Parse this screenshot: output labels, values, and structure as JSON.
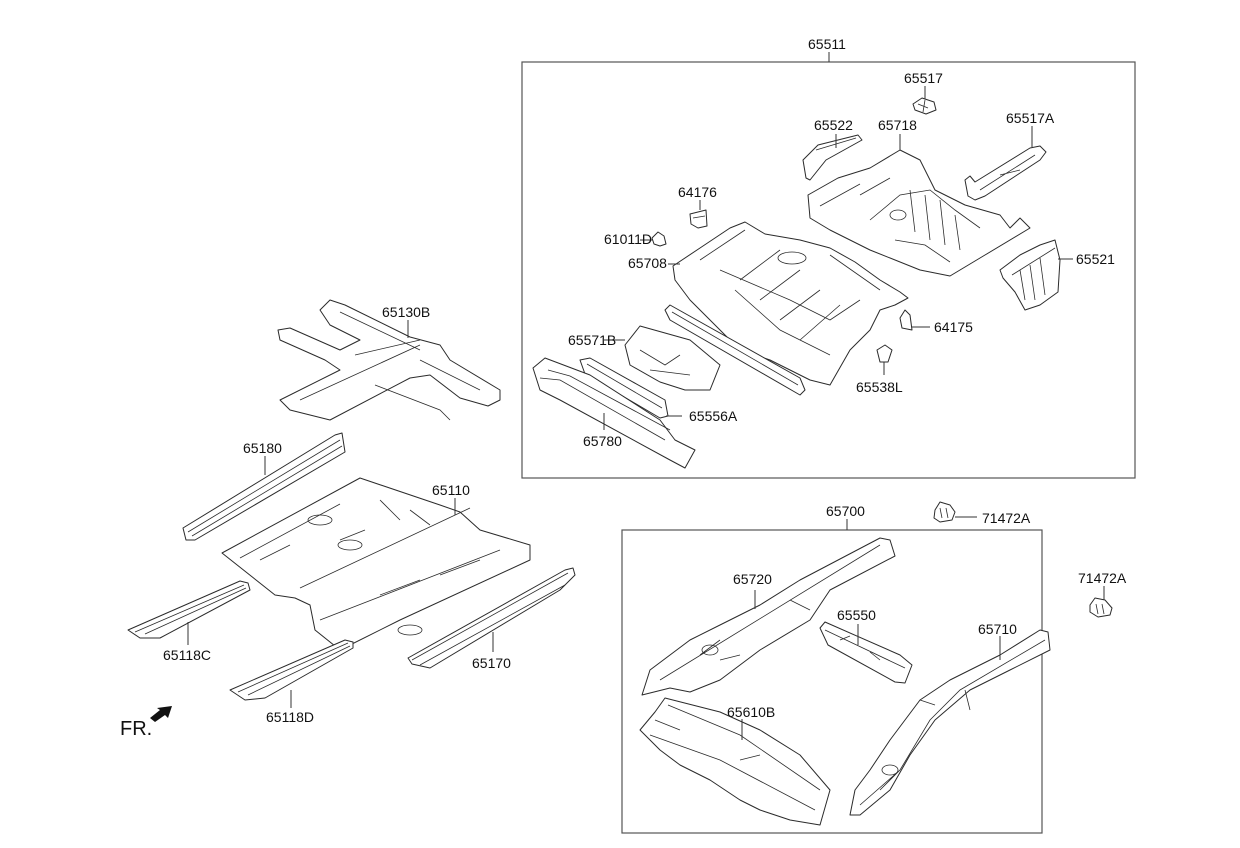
{
  "diagram": {
    "title": "Floor panel parts diagram",
    "direction_indicator": {
      "label": "FR.",
      "icon": "front-arrow-icon"
    },
    "groups": [
      {
        "id": "65511",
        "label": "65511",
        "contains": [
          "65517",
          "65522",
          "65718",
          "65517A",
          "64176",
          "61011D",
          "65708",
          "65521",
          "64175",
          "65571B",
          "65538L",
          "65556A",
          "65780"
        ]
      },
      {
        "id": "65700",
        "label": "65700",
        "contains": [
          "65720",
          "65550",
          "65710",
          "65610B"
        ]
      }
    ],
    "labels": {
      "p65511": "65511",
      "p65517": "65517",
      "p65522": "65522",
      "p65718": "65718",
      "p65517A": "65517A",
      "p64176": "64176",
      "p61011D": "61011D",
      "p65708": "65708",
      "p65521": "65521",
      "p64175": "64175",
      "p65571B": "65571B",
      "p65538L": "65538L",
      "p65556A": "65556A",
      "p65780": "65780",
      "p65130B": "65130B",
      "p65180": "65180",
      "p65110": "65110",
      "p65118C": "65118C",
      "p65170": "65170",
      "p65118D": "65118D",
      "p65700": "65700",
      "p71472A_1": "71472A",
      "p71472A_2": "71472A",
      "p65720": "65720",
      "p65550": "65550",
      "p65710": "65710",
      "p65610B": "65610B"
    }
  }
}
